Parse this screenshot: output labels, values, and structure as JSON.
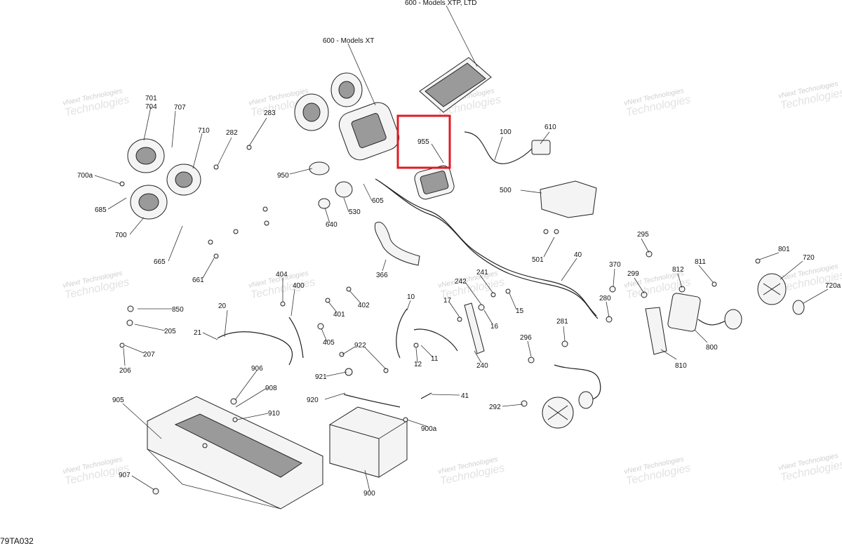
{
  "diagram_code": "79TA032",
  "watermark": {
    "line1": "vNext Technologies",
    "line2": "Technologies"
  },
  "highlight_label": "955",
  "callouts": [
    "600 - Models XTP, LTD",
    "600 - Models XT",
    "701",
    "704",
    "707",
    "710",
    "282",
    "283",
    "700a",
    "685",
    "700",
    "665",
    "661",
    "950",
    "640",
    "530",
    "605",
    "955",
    "100",
    "610",
    "500",
    "366",
    "501",
    "40",
    "295",
    "370",
    "299",
    "812",
    "811",
    "801",
    "720",
    "720a",
    "280",
    "281",
    "296",
    "800",
    "810",
    "850",
    "205",
    "207",
    "206",
    "20",
    "21",
    "404",
    "400",
    "401",
    "402",
    "405",
    "922",
    "921",
    "920",
    "900a",
    "900",
    "906",
    "908",
    "910",
    "905",
    "907",
    "10",
    "12",
    "11",
    "17",
    "241",
    "242",
    "16",
    "15",
    "240",
    "41",
    "292"
  ],
  "colors": {
    "highlight": "#e01b24",
    "ink": "#111111",
    "watermark": "#cfcfcf"
  }
}
